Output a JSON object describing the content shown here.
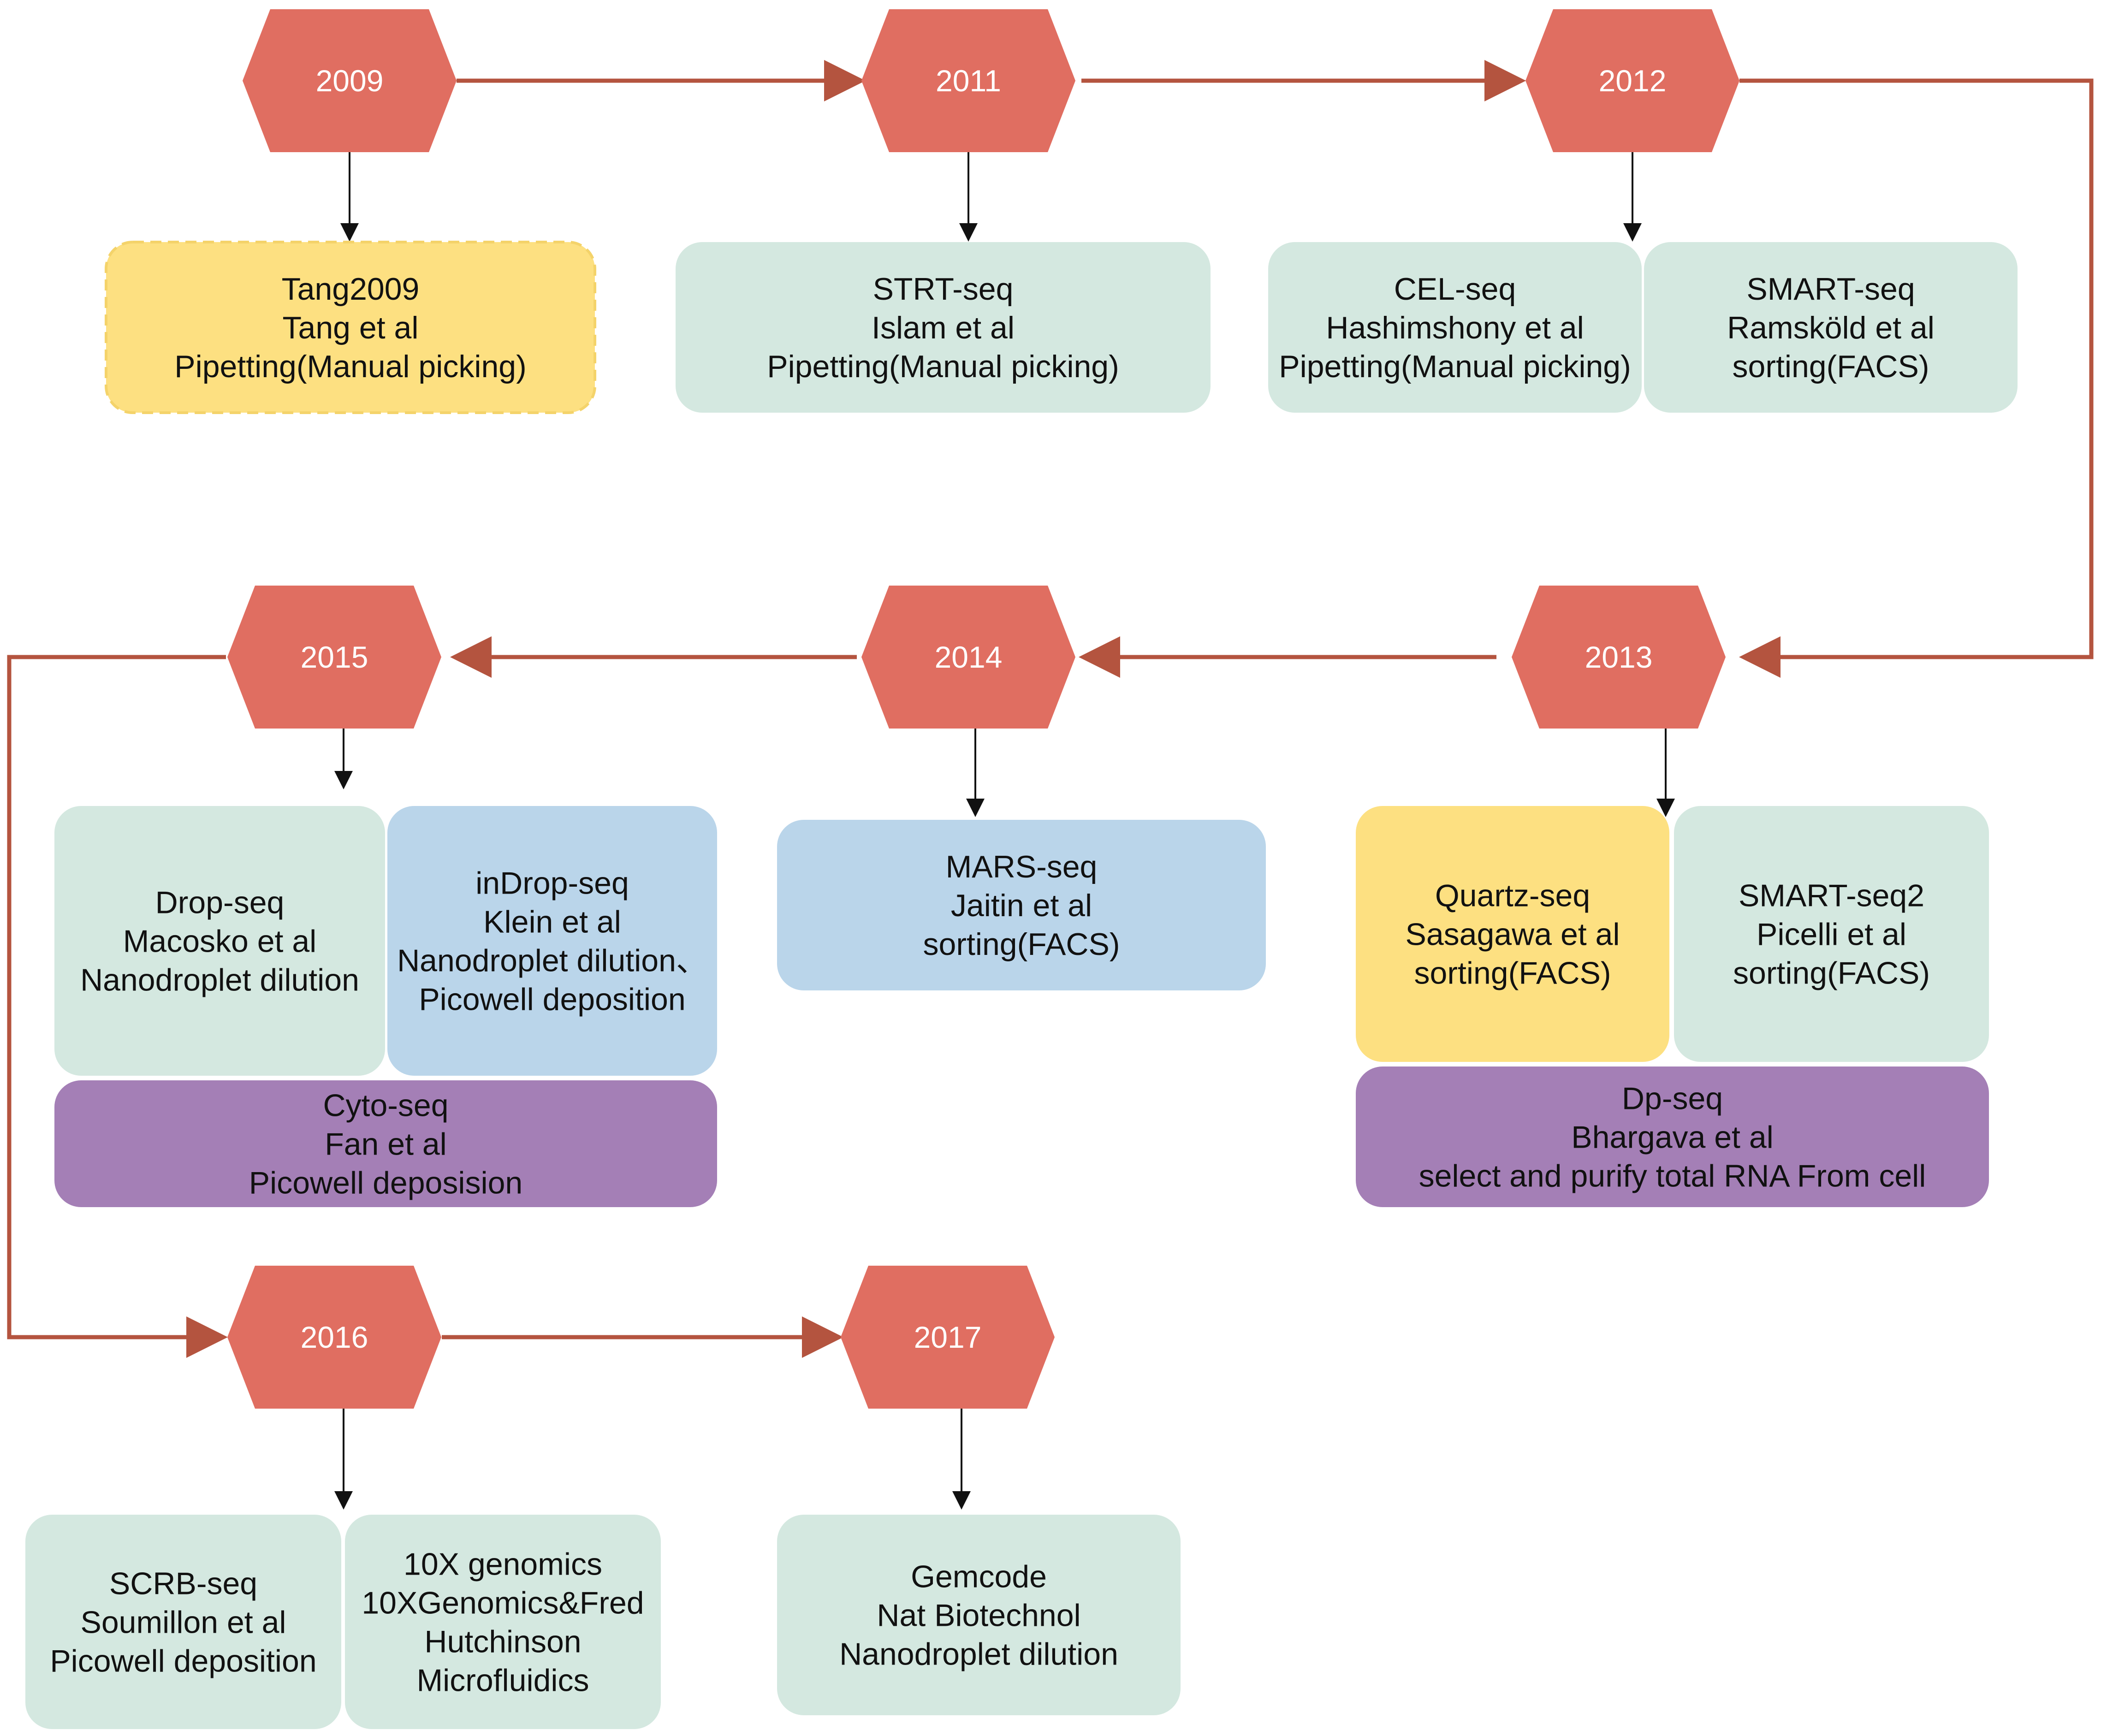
{
  "colors": {
    "hexagon": "#e06e61",
    "timeline_arrow": "#b4543f",
    "pointer_arrow": "#111111",
    "green": "#d4e8e0",
    "yellow": "#fde081",
    "blue": "#bad5ea",
    "purple": "#a47fb6"
  },
  "years": [
    {
      "id": "y2009",
      "label": "2009"
    },
    {
      "id": "y2011",
      "label": "2011"
    },
    {
      "id": "y2012",
      "label": "2012"
    },
    {
      "id": "y2013",
      "label": "2013"
    },
    {
      "id": "y2014",
      "label": "2014"
    },
    {
      "id": "y2015",
      "label": "2015"
    },
    {
      "id": "y2016",
      "label": "2016"
    },
    {
      "id": "y2017",
      "label": "2017"
    }
  ],
  "methods": [
    {
      "id": "tang2009",
      "year": "2009",
      "color": "yellow",
      "lines": [
        "Tang2009",
        "Tang et al",
        "Pipetting(Manual picking)"
      ]
    },
    {
      "id": "strt-seq",
      "year": "2011",
      "color": "green",
      "lines": [
        "STRT-seq",
        "Islam et al",
        "Pipetting(Manual picking)"
      ]
    },
    {
      "id": "cel-seq",
      "year": "2012",
      "color": "green",
      "lines": [
        "CEL-seq",
        "Hashimshony et al",
        "Pipetting(Manual picking)"
      ]
    },
    {
      "id": "smart-seq",
      "year": "2012",
      "color": "green",
      "lines": [
        "SMART-seq",
        "Ramsköld et al",
        "sorting(FACS)"
      ]
    },
    {
      "id": "drop-seq",
      "year": "2015",
      "color": "green",
      "lines": [
        "Drop-seq",
        "Macosko et al",
        "Nanodroplet dilution"
      ]
    },
    {
      "id": "indrop-seq",
      "year": "2015",
      "color": "blue",
      "lines": [
        "inDrop-seq",
        "Klein et al",
        "Nanodroplet dilution、",
        "Picowell deposition"
      ]
    },
    {
      "id": "cyto-seq",
      "year": "2015",
      "color": "purple",
      "lines": [
        "Cyto-seq",
        "Fan et al",
        "Picowell deposision"
      ]
    },
    {
      "id": "mars-seq",
      "year": "2014",
      "color": "blue",
      "lines": [
        "MARS-seq",
        "Jaitin et al",
        "sorting(FACS)"
      ]
    },
    {
      "id": "quartz-seq",
      "year": "2013",
      "color": "yellow",
      "lines": [
        "Quartz-seq",
        "Sasagawa et al",
        "sorting(FACS)"
      ]
    },
    {
      "id": "smart-seq2",
      "year": "2013",
      "color": "green",
      "lines": [
        "SMART-seq2",
        "Picelli et al",
        "sorting(FACS)"
      ]
    },
    {
      "id": "dp-seq",
      "year": "2013",
      "color": "purple",
      "lines": [
        "Dp-seq",
        "Bhargava et al",
        "select and purify total RNA From cell"
      ]
    },
    {
      "id": "scrb-seq",
      "year": "2016",
      "color": "green",
      "lines": [
        "SCRB-seq",
        "Soumillon et al",
        "Picowell deposition"
      ]
    },
    {
      "id": "10x-genomics",
      "year": "2016",
      "color": "green",
      "lines": [
        "10X genomics",
        "10XGenomics&Fred",
        "Hutchinson",
        "Microfluidics"
      ]
    },
    {
      "id": "gemcode",
      "year": "2017",
      "color": "green",
      "lines": [
        "Gemcode",
        "Nat Biotechnol",
        "Nanodroplet dilution"
      ]
    }
  ]
}
